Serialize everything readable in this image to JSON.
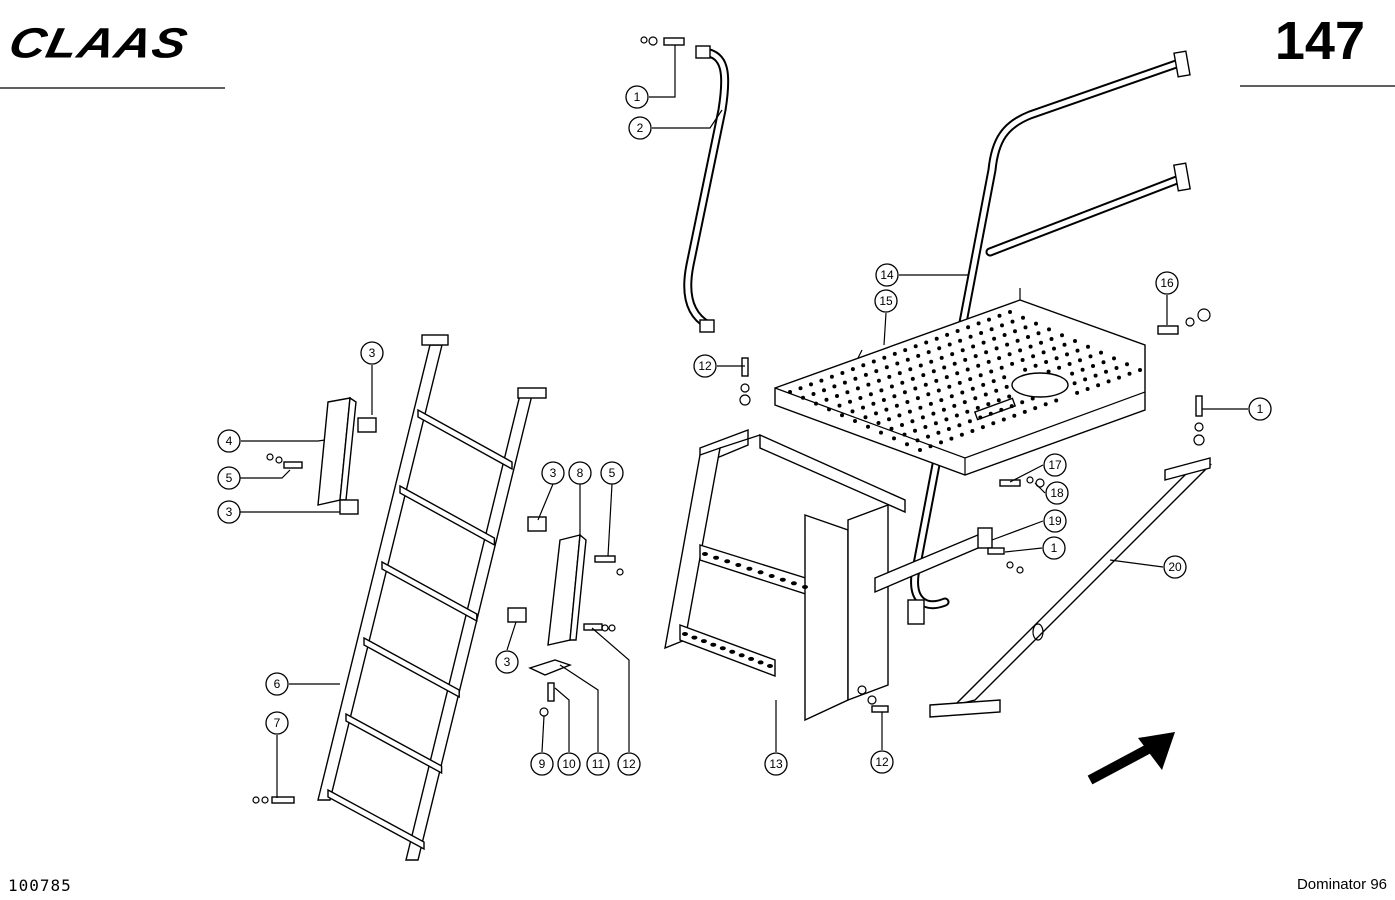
{
  "header": {
    "brand": "CLAAS",
    "page_number": "147"
  },
  "footer": {
    "drawing_number": "100785",
    "model": "Dominator 96"
  },
  "callouts": [
    {
      "id": "c1a",
      "label": "1"
    },
    {
      "id": "c2",
      "label": "2"
    },
    {
      "id": "c3a",
      "label": "3"
    },
    {
      "id": "c4",
      "label": "4"
    },
    {
      "id": "c5a",
      "label": "5"
    },
    {
      "id": "c3b",
      "label": "3"
    },
    {
      "id": "c6",
      "label": "6"
    },
    {
      "id": "c7",
      "label": "7"
    },
    {
      "id": "c3c",
      "label": "3"
    },
    {
      "id": "c8",
      "label": "8"
    },
    {
      "id": "c5b",
      "label": "5"
    },
    {
      "id": "c3d",
      "label": "3"
    },
    {
      "id": "c9",
      "label": "9"
    },
    {
      "id": "c10",
      "label": "10"
    },
    {
      "id": "c11",
      "label": "11"
    },
    {
      "id": "c12a",
      "label": "12"
    },
    {
      "id": "c12b",
      "label": "12"
    },
    {
      "id": "c13",
      "label": "13"
    },
    {
      "id": "c12c",
      "label": "12"
    },
    {
      "id": "c14",
      "label": "14"
    },
    {
      "id": "c15",
      "label": "15"
    },
    {
      "id": "c16",
      "label": "16"
    },
    {
      "id": "c1b",
      "label": "1"
    },
    {
      "id": "c17",
      "label": "17"
    },
    {
      "id": "c18",
      "label": "18"
    },
    {
      "id": "c19",
      "label": "19"
    },
    {
      "id": "c1c",
      "label": "1"
    },
    {
      "id": "c20",
      "label": "20"
    }
  ]
}
